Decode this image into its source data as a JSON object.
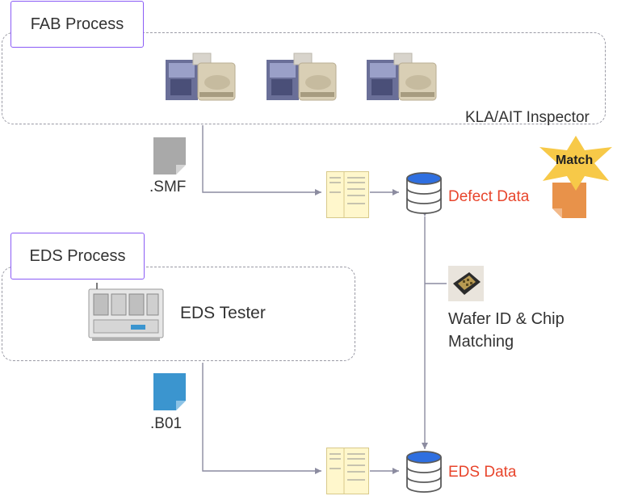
{
  "fab": {
    "title": "FAB Process",
    "inspector_label": "KLA/AIT Inspector",
    "file_label": ".SMF",
    "file_icon": "gray-file-icon"
  },
  "eds": {
    "title": "EDS Process",
    "tester_label": "EDS Tester",
    "file_label": ".B01",
    "file_icon": "blue-file-icon"
  },
  "outputs": {
    "defect_data_label": "Defect Data",
    "eds_data_label": "EDS Data",
    "match_badge": "Match",
    "matching_label_line1": "Wafer ID & Chip",
    "matching_label_line2": "Matching"
  },
  "colors": {
    "process_border": "#8b5cf6",
    "data_label": "#e8452c",
    "connector": "#8c8ca0",
    "db_top": "#2f6fe0",
    "smf_file": "#a9a9a9",
    "b01_file": "#3b95cf",
    "match_file": "#e8924a",
    "match_star": "#f7c948"
  }
}
